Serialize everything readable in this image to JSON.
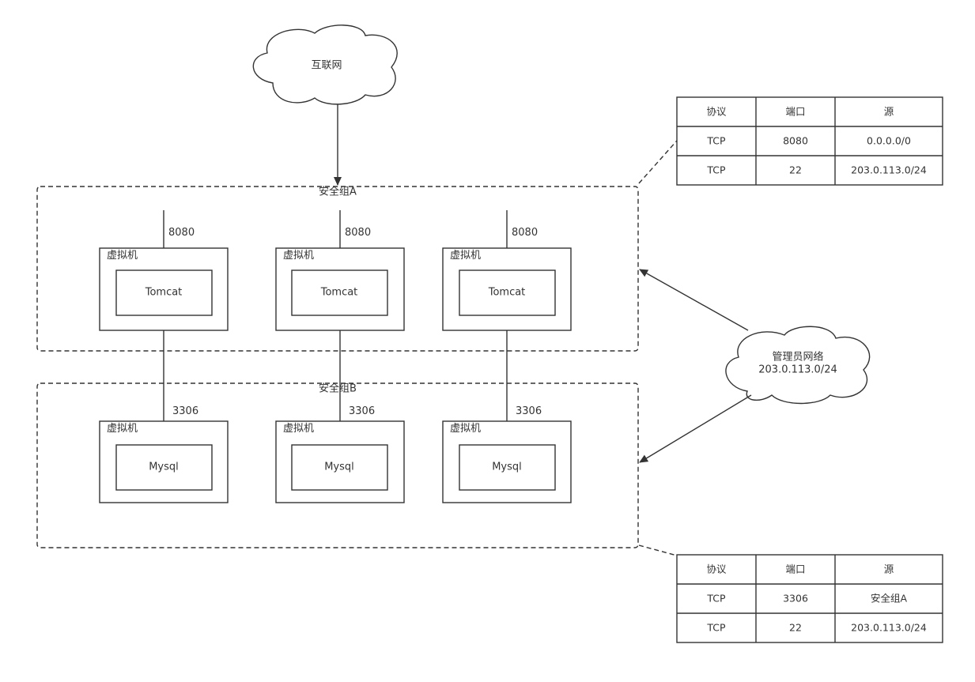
{
  "internet": {
    "label": "互联网"
  },
  "admin_network": {
    "label": "管理员网络",
    "cidr": "203.0.113.0/24"
  },
  "group_a": {
    "label": "安全组A",
    "vms": [
      {
        "vm_label": "虚拟机",
        "service": "Tomcat",
        "port": "8080"
      },
      {
        "vm_label": "虚拟机",
        "service": "Tomcat",
        "port": "8080"
      },
      {
        "vm_label": "虚拟机",
        "service": "Tomcat",
        "port": "8080"
      }
    ]
  },
  "group_b": {
    "label": "安全组B",
    "vms": [
      {
        "vm_label": "虚拟机",
        "service": "Mysql",
        "port": "3306"
      },
      {
        "vm_label": "虚拟机",
        "service": "Mysql",
        "port": "3306"
      },
      {
        "vm_label": "虚拟机",
        "service": "Mysql",
        "port": "3306"
      }
    ]
  },
  "rules_a": {
    "headers": [
      "协议",
      "端口",
      "源"
    ],
    "rows": [
      [
        "TCP",
        "8080",
        "0.0.0.0/0"
      ],
      [
        "TCP",
        "22",
        "203.0.113.0/24"
      ]
    ]
  },
  "rules_b": {
    "headers": [
      "协议",
      "端口",
      "源"
    ],
    "rows": [
      [
        "TCP",
        "3306",
        "安全组A"
      ],
      [
        "TCP",
        "22",
        "203.0.113.0/24"
      ]
    ]
  }
}
